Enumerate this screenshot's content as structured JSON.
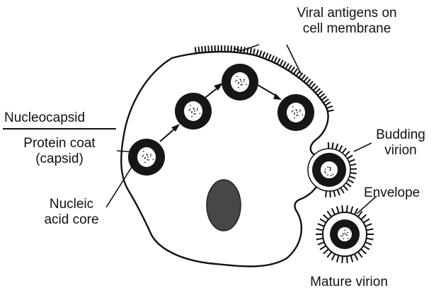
{
  "labels": {
    "viral_antigens_line1": "Viral antigens on",
    "viral_antigens_line2": "cell membrane",
    "nucleocapsid": "Nucleocapsid",
    "protein_coat_line1": "Protein coat",
    "protein_coat_line2": "(capsid)",
    "nucleic_line1": "Nucleic",
    "nucleic_line2": "acid core",
    "budding_line1": "Budding",
    "budding_line2": "virion",
    "envelope": "Envelope",
    "mature_virion": "Mature virion"
  },
  "colors": {
    "ink": "#111111",
    "capsid": "#161616",
    "nucleus": "#474747",
    "cell_fill": "#ffffff"
  }
}
